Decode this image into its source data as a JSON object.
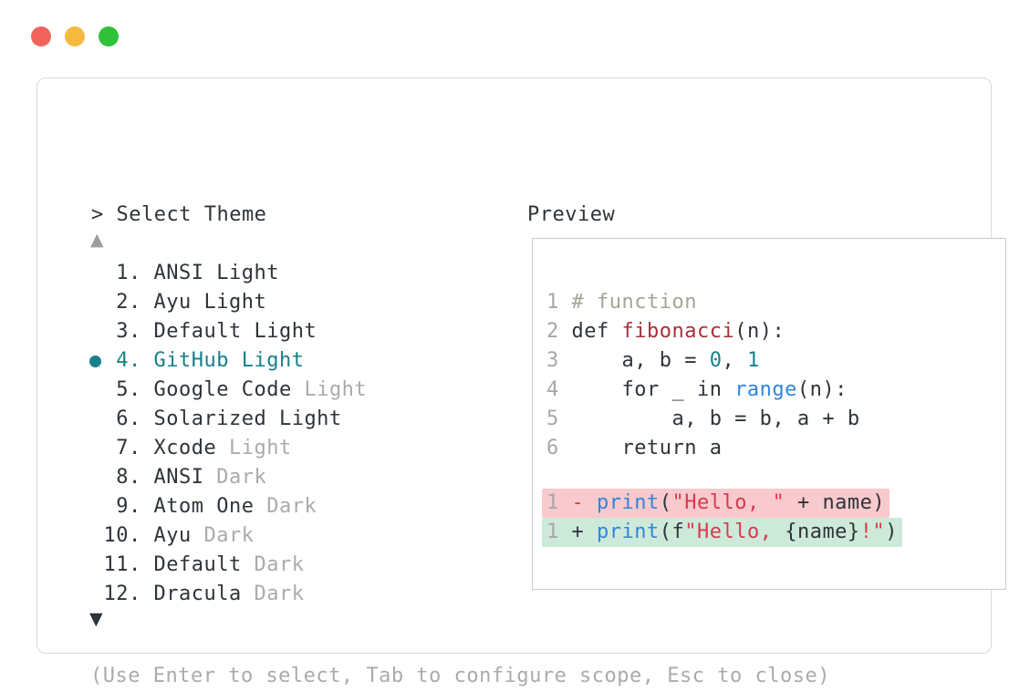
{
  "colors": {
    "text": "#2e343a",
    "dim": "#a9abad",
    "accent": "#17808a",
    "border": "#d9d9d9",
    "border2": "#cccccc",
    "scroll_dim": "#9b9da0"
  },
  "window": {
    "traffic_lights": [
      {
        "name": "close",
        "color": "#f2635d"
      },
      {
        "name": "minimize",
        "color": "#f5b93f"
      },
      {
        "name": "zoom",
        "color": "#2ec139"
      }
    ]
  },
  "panel": {
    "title": "> Select Theme",
    "scroll_up_icon": "▲",
    "scroll_down_icon": "▼",
    "footer_hint": "(Use Enter to select, Tab to configure scope, Esc to close)"
  },
  "theme_list": {
    "selected_index": 3,
    "items": [
      {
        "num": "1",
        "name": "ANSI Light",
        "dim": ""
      },
      {
        "num": "2",
        "name": "Ayu Light",
        "dim": ""
      },
      {
        "num": "3",
        "name": "Default Light",
        "dim": ""
      },
      {
        "num": "4",
        "name": "GitHub Light",
        "dim": ""
      },
      {
        "num": "5",
        "name": "Google Code",
        "dim": "Light"
      },
      {
        "num": "6",
        "name": "Solarized Light",
        "dim": ""
      },
      {
        "num": "7",
        "name": "Xcode",
        "dim": "Light"
      },
      {
        "num": "8",
        "name": "ANSI",
        "dim": "Dark"
      },
      {
        "num": "9",
        "name": "Atom One",
        "dim": "Dark"
      },
      {
        "num": "10",
        "name": "Ayu",
        "dim": "Dark"
      },
      {
        "num": "11",
        "name": "Default",
        "dim": "Dark"
      },
      {
        "num": "12",
        "name": "Dracula",
        "dim": "Dark"
      }
    ]
  },
  "preview": {
    "label": "Preview",
    "colors": {
      "fg": "#2e343a",
      "lineno": "#a5a7a9",
      "comment": "#a2a694",
      "func": "#a8303a",
      "literal": "#15838d",
      "builtin": "#3087d8",
      "string": "#d93a4e",
      "removed_bg": "#f8c9cd",
      "added_bg": "#cde9d9"
    },
    "code_lines": [
      {
        "num": "1",
        "bg": "",
        "tokens": [
          {
            "text": "# function",
            "color": "comment"
          }
        ]
      },
      {
        "num": "2",
        "bg": "",
        "tokens": [
          {
            "text": "def ",
            "color": "fg"
          },
          {
            "text": "fibonacci",
            "color": "func"
          },
          {
            "text": "(n):",
            "color": "fg"
          }
        ]
      },
      {
        "num": "3",
        "bg": "",
        "tokens": [
          {
            "text": "    a, b = ",
            "color": "fg"
          },
          {
            "text": "0",
            "color": "literal"
          },
          {
            "text": ", ",
            "color": "fg"
          },
          {
            "text": "1",
            "color": "literal"
          }
        ]
      },
      {
        "num": "4",
        "bg": "",
        "tokens": [
          {
            "text": "    for _ in ",
            "color": "fg"
          },
          {
            "text": "range",
            "color": "builtin"
          },
          {
            "text": "(n):",
            "color": "fg"
          }
        ]
      },
      {
        "num": "5",
        "bg": "",
        "tokens": [
          {
            "text": "        a, b = b, a + b",
            "color": "fg"
          }
        ]
      },
      {
        "num": "6",
        "bg": "",
        "tokens": [
          {
            "text": "    return a",
            "color": "fg"
          }
        ]
      },
      {
        "num": "",
        "bg": "",
        "tokens": []
      },
      {
        "num": "1",
        "bg": "removed",
        "tokens": [
          {
            "text": "- ",
            "color": "string"
          },
          {
            "text": "print",
            "color": "builtin"
          },
          {
            "text": "(",
            "color": "fg"
          },
          {
            "text": "\"Hello, \"",
            "color": "string"
          },
          {
            "text": " + name)",
            "color": "fg"
          }
        ]
      },
      {
        "num": "1",
        "bg": "added",
        "tokens": [
          {
            "text": "+ ",
            "color": "fg"
          },
          {
            "text": "print",
            "color": "builtin"
          },
          {
            "text": "(f",
            "color": "fg"
          },
          {
            "text": "\"Hello, ",
            "color": "string"
          },
          {
            "text": "{name}",
            "color": "fg"
          },
          {
            "text": "!\"",
            "color": "string"
          },
          {
            "text": ")",
            "color": "fg"
          }
        ]
      }
    ]
  }
}
